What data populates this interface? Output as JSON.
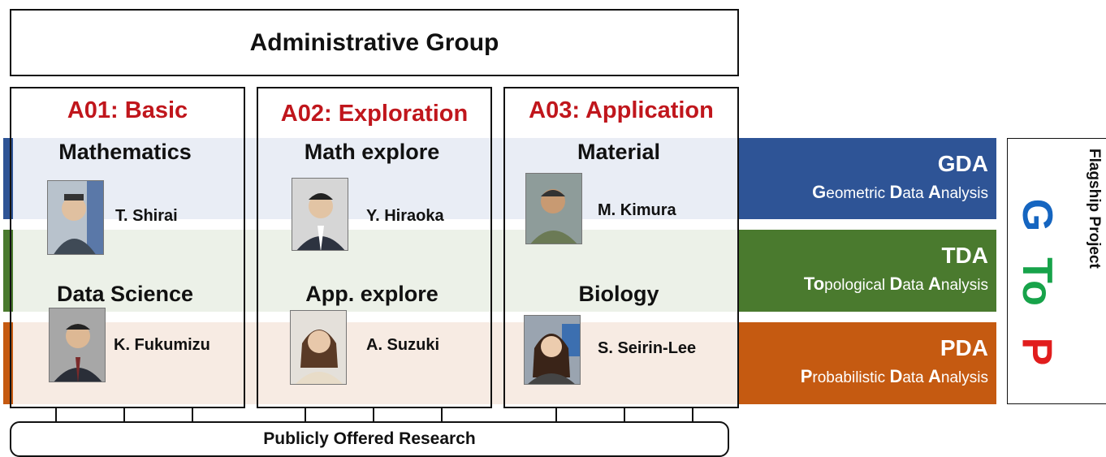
{
  "admin_group": "Administrative Group",
  "groups": [
    {
      "title": "A01: Basic",
      "topic_top": "Mathematics",
      "person_top": "T. Shirai",
      "topic_bottom": "Data Science",
      "person_bottom": "K. Fukumizu"
    },
    {
      "title": "A02: Exploration",
      "topic_top": "Math explore",
      "person_top": "Y. Hiraoka",
      "topic_bottom": "App. explore",
      "person_bottom": "A. Suzuki"
    },
    {
      "title": "A03: Application",
      "topic_top": "Material",
      "person_top": "M. Kimura",
      "topic_bottom": "Biology",
      "person_bottom": "S. Seirin-Lee"
    }
  ],
  "bands": [
    {
      "code": "GDA",
      "lead1": "G",
      "rest1": "eometric ",
      "lead2": "D",
      "rest2": "ata ",
      "lead3": "A",
      "rest3": "nalysis",
      "color": "#2e5496"
    },
    {
      "code": "TDA",
      "lead1": "To",
      "rest1": "pological ",
      "lead2": "D",
      "rest2": "ata ",
      "lead3": "A",
      "rest3": "nalysis",
      "color": "#4a7a2e"
    },
    {
      "code": "PDA",
      "lead1": "P",
      "rest1": "robabilistic ",
      "lead2": "D",
      "rest2": "ata ",
      "lead3": "A",
      "rest3": "nalysis",
      "color": "#c55a11"
    }
  ],
  "flagship": {
    "label": "Flagship Project",
    "letters": [
      {
        "text": "G",
        "color": "#1565c0"
      },
      {
        "text": "To",
        "color": "#17a34a"
      },
      {
        "text": "P",
        "color": "#e11d1d"
      }
    ]
  },
  "public_research": "Publicly Offered Research"
}
